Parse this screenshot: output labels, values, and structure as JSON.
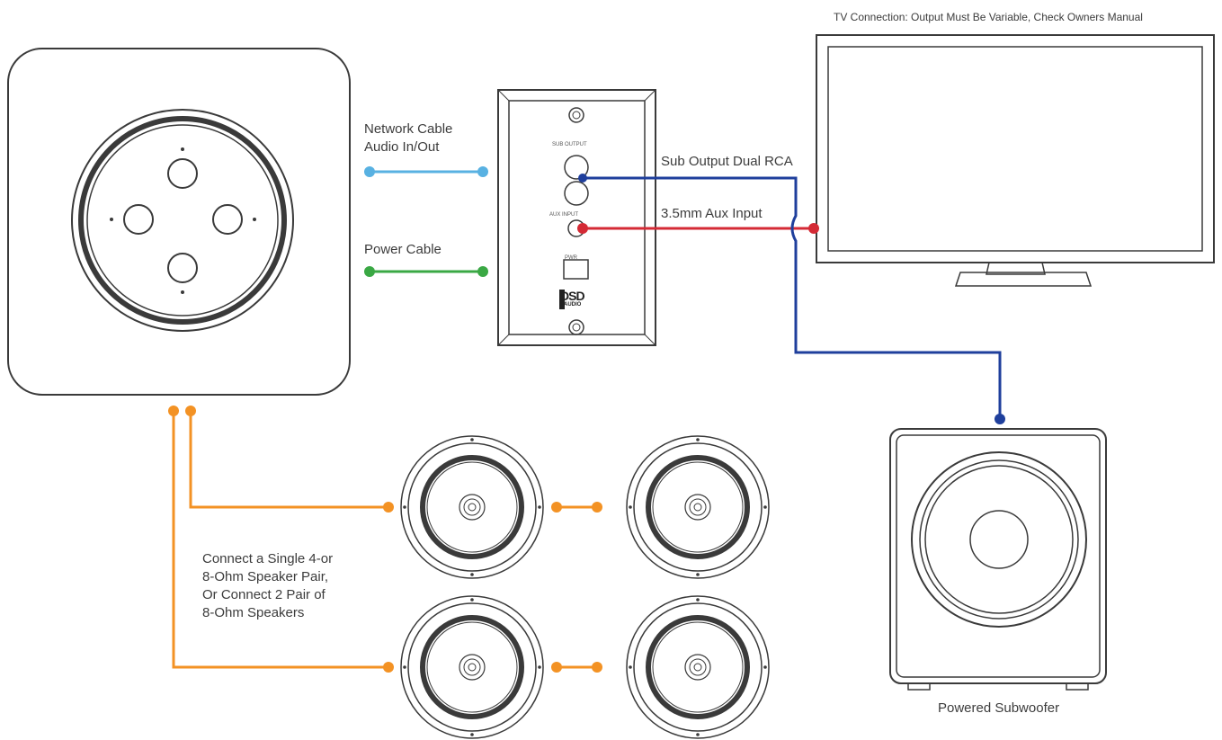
{
  "labels": {
    "tv_note": "TV Connection: Output Must Be Variable, Check Owners Manual",
    "network_line1": "Network Cable",
    "network_line2": "Audio In/Out",
    "power": "Power Cable",
    "sub_output": "Sub Output Dual RCA",
    "aux_input": "3.5mm Aux Input",
    "speakers_line1": "Connect a Single 4-or",
    "speakers_line2": "8-Ohm Speaker Pair,",
    "speakers_line3": "Or Connect 2 Pair of",
    "speakers_line4": "8-Ohm Speakers",
    "subwoofer": "Powered Subwoofer"
  },
  "wall_plate": {
    "brand": "DSD",
    "brand_sub": "AUDIO",
    "port_label_top": "SUB OUTPUT",
    "port_label_aux": "AUX INPUT",
    "port_label_usb": "PWR"
  },
  "colors": {
    "network_cable": "#58b1e2",
    "power_cable": "#3aa844",
    "sub_cable": "#1f3f9c",
    "aux_cable": "#d42a35",
    "speaker_cable": "#f39224",
    "outline": "#3a3a3a"
  }
}
